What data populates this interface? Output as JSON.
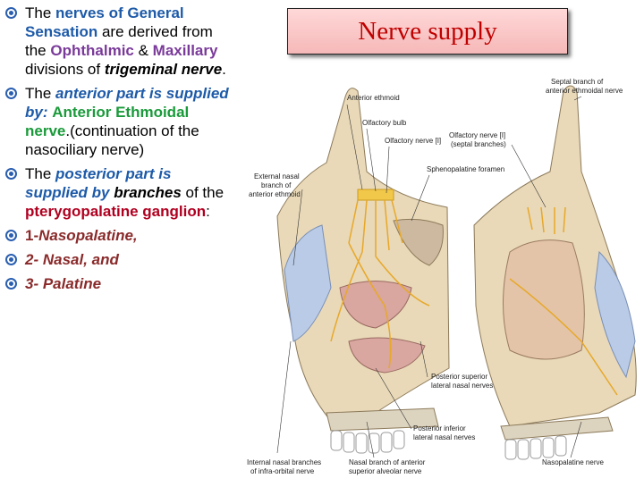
{
  "title": "Nerve supply",
  "bullets": [
    {
      "parts": [
        {
          "text": "The ",
          "style": "plain"
        },
        {
          "text": "nerves of General Sensation",
          "style": "blue"
        },
        {
          "text": " are derived from the ",
          "style": "plain"
        },
        {
          "text": "Ophthalmic",
          "style": "purple"
        },
        {
          "text": " & ",
          "style": "plain"
        },
        {
          "text": "Maxillary",
          "style": "purple"
        },
        {
          "text": " divisions of ",
          "style": "plain"
        },
        {
          "text": "trigeminal nerve",
          "style": "bi"
        },
        {
          "text": ".",
          "style": "plain"
        }
      ]
    },
    {
      "parts": [
        {
          "text": "The ",
          "style": "plain"
        },
        {
          "text": "anterior part is supplied by: ",
          "style": "bluei"
        },
        {
          "text": "Anterior Ethmoidal nerve",
          "style": "green"
        },
        {
          "text": ".(continuation of the nasociliary nerve)",
          "style": "plain"
        }
      ]
    },
    {
      "parts": [
        {
          "text": "The ",
          "style": "plain"
        },
        {
          "text": "posterior part is supplied by ",
          "style": "bluei"
        },
        {
          "text": "branches",
          "style": "bi"
        },
        {
          "text": " of the ",
          "style": "plain"
        },
        {
          "text": "pterygopalatine ganglion",
          "style": "red"
        },
        {
          "text": ":",
          "style": "plain"
        }
      ]
    },
    {
      "parts": [
        {
          "text": "1-",
          "style": "maroon-plain"
        },
        {
          "text": "Nasopalatine,",
          "style": "maroon"
        }
      ]
    },
    {
      "parts": [
        {
          "text": " 2- Nasal, and",
          "style": "maroon"
        }
      ]
    },
    {
      "parts": [
        {
          "text": " 3- Palatine",
          "style": "maroon"
        }
      ]
    }
  ],
  "figure_labels": {
    "anterior_ethmoid": "Anterior ethmoid",
    "olfactory_bulb": "Olfactory bulb",
    "olfactory_nerve": "Olfactory nerve [I]",
    "sphenopalatine_foramen": "Sphenopalatine foramen",
    "external_nasal_1": "External nasal",
    "external_nasal_2": "branch of",
    "external_nasal_3": "anterior ethmoid",
    "septal_branch_1": "Septal branch of",
    "septal_branch_2": "anterior ethmoidal nerve",
    "olfactory_septal_1": "Olfactory nerve [I]",
    "olfactory_septal_2": "(septal branches)",
    "post_sup_1": "Posterior superior",
    "post_sup_2": "lateral nasal nerves",
    "post_inf_1": "Posterior inferior",
    "post_inf_2": "lateral nasal nerves",
    "internal_nasal_1": "Internal nasal branches",
    "internal_nasal_2": "of infra-orbital nerve",
    "nasal_branch_1": "Nasal branch of anterior",
    "nasal_branch_2": "superior alveolar nerve",
    "nasopalatine": "Nasopalatine nerve"
  }
}
